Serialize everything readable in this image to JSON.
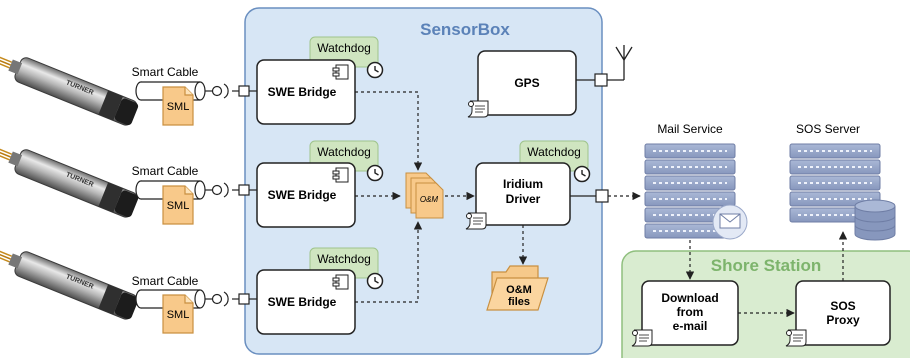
{
  "sensorbox": {
    "title": "SensorBox"
  },
  "cables": {
    "label": "Smart Cable"
  },
  "sml": {
    "label": "SML"
  },
  "watchdog": {
    "label": "Watchdog"
  },
  "swe": {
    "label": "SWE Bridge"
  },
  "om": {
    "label": "O&M"
  },
  "gps": {
    "label": "GPS"
  },
  "iridium": {
    "line1": "Iridium",
    "line2": "Driver"
  },
  "omfiles": {
    "line1": "O&M",
    "line2": "files"
  },
  "mail": {
    "label": "Mail Service"
  },
  "sos_server": {
    "label": "SOS Server"
  },
  "shore": {
    "title": "Shore Station"
  },
  "download": {
    "line1": "Download",
    "line2": "from",
    "line3": "e-mail"
  },
  "proxy": {
    "line1": "SOS",
    "line2": "Proxy"
  },
  "colors": {
    "sensorbox_fill": "#d7e6f5",
    "sensorbox_stroke": "#6a8fc0",
    "sensorbox_title": "#5b82b8",
    "shore_fill": "#d9ecd0",
    "shore_stroke": "#8fbf7e",
    "shore_title": "#7db46c",
    "doc_fill": "#f8c98a",
    "doc_stroke": "#c99040",
    "watchdog_fill": "#cfe5c0"
  }
}
